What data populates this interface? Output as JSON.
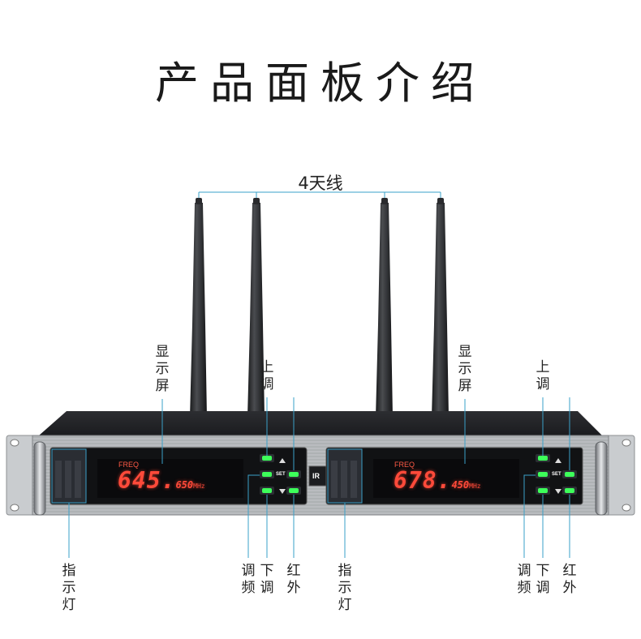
{
  "title": "产品面板介绍",
  "antenna_label": "4天线",
  "left_unit": {
    "freq_tag": "FREQ",
    "freq_main": "645.",
    "freq_decimal": "650",
    "freq_unit": "MHz",
    "labels": {
      "display": [
        "显",
        "示",
        "屏"
      ],
      "up": [
        "上",
        "调"
      ],
      "indicator": [
        "指",
        "示",
        "灯"
      ],
      "freq_adjust": [
        "调",
        "频"
      ],
      "down": [
        "下",
        "调"
      ],
      "infrared": [
        "红",
        "外"
      ]
    }
  },
  "right_unit": {
    "freq_tag": "FREQ",
    "freq_main": "678.",
    "freq_decimal": "450",
    "freq_unit": "MHz",
    "labels": {
      "display": [
        "显",
        "示",
        "屏"
      ],
      "up": [
        "上",
        "调"
      ],
      "indicator": [
        "指",
        "示",
        "灯"
      ],
      "freq_adjust": [
        "调",
        "频"
      ],
      "down": [
        "下",
        "调"
      ],
      "infrared": [
        "红",
        "外"
      ]
    }
  },
  "ir_label": "IR",
  "set_label": "SET",
  "colors": {
    "lcd_text": "#ff4a3a",
    "button_led": "#3dff5a",
    "leader_line": "#3aa0c8",
    "panel_silver": "#b9bcbf"
  }
}
